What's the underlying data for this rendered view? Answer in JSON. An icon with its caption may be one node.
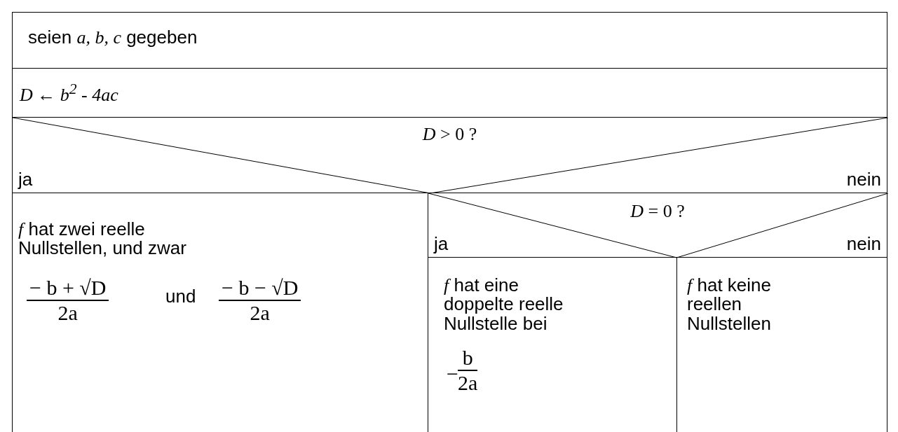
{
  "diagram": {
    "nodes": [
      {
        "text": [
          "seien *a, b, c* gegeben"
        ]
      },
      {
        "text": [
          "D ← b$^{2}$ - 4ac"
        ]
      },
      {
        "text": [
          "*D* > 0 ?",
          "ja",
          "nein"
        ]
      },
      {
        "text": [
          "*f* hat zwei reelle Nullstellen, und zwar",
          "− b + √D",
          "2a",
          "und",
          "− b − √D",
          "2a"
        ]
      },
      {
        "text": [
          "*D* = 0 ?",
          "ja",
          "nein"
        ]
      },
      {
        "text": [
          "*f* hat eine doppelte reelle Nullstelle bei",
          "−",
          "b",
          "2a"
        ]
      },
      {
        "text": [
          "*f* hat keine reellen Nullstellen"
        ]
      }
    ],
    "edges": []
  }
}
